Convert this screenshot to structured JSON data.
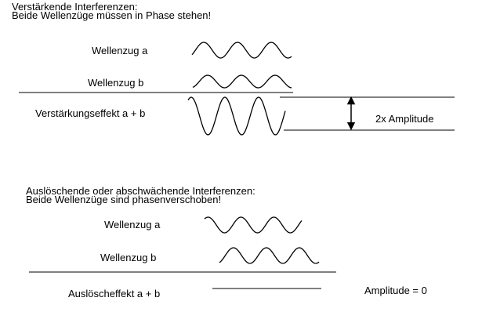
{
  "section1": {
    "heading": "Verstärkende Interferenzen:",
    "subheading": "Beide Wellenzüge müssen in Phase stehen!",
    "wave_a_label": "Wellenzug a",
    "wave_b_label": "Wellenzug b",
    "result_label": "Verstärkungseffekt a + b",
    "amplitude_label": "2x Amplitude"
  },
  "section2": {
    "heading": "Auslöschende oder abschwächende Interferenzen:",
    "subheading": "Beide Wellenzüge sind phasenverschoben!",
    "wave_a_label": "Wellenzug a",
    "wave_b_label": "Wellenzug b",
    "result_label": "Auslöscheffekt a + b",
    "amplitude_label": "Amplitude = 0"
  }
}
